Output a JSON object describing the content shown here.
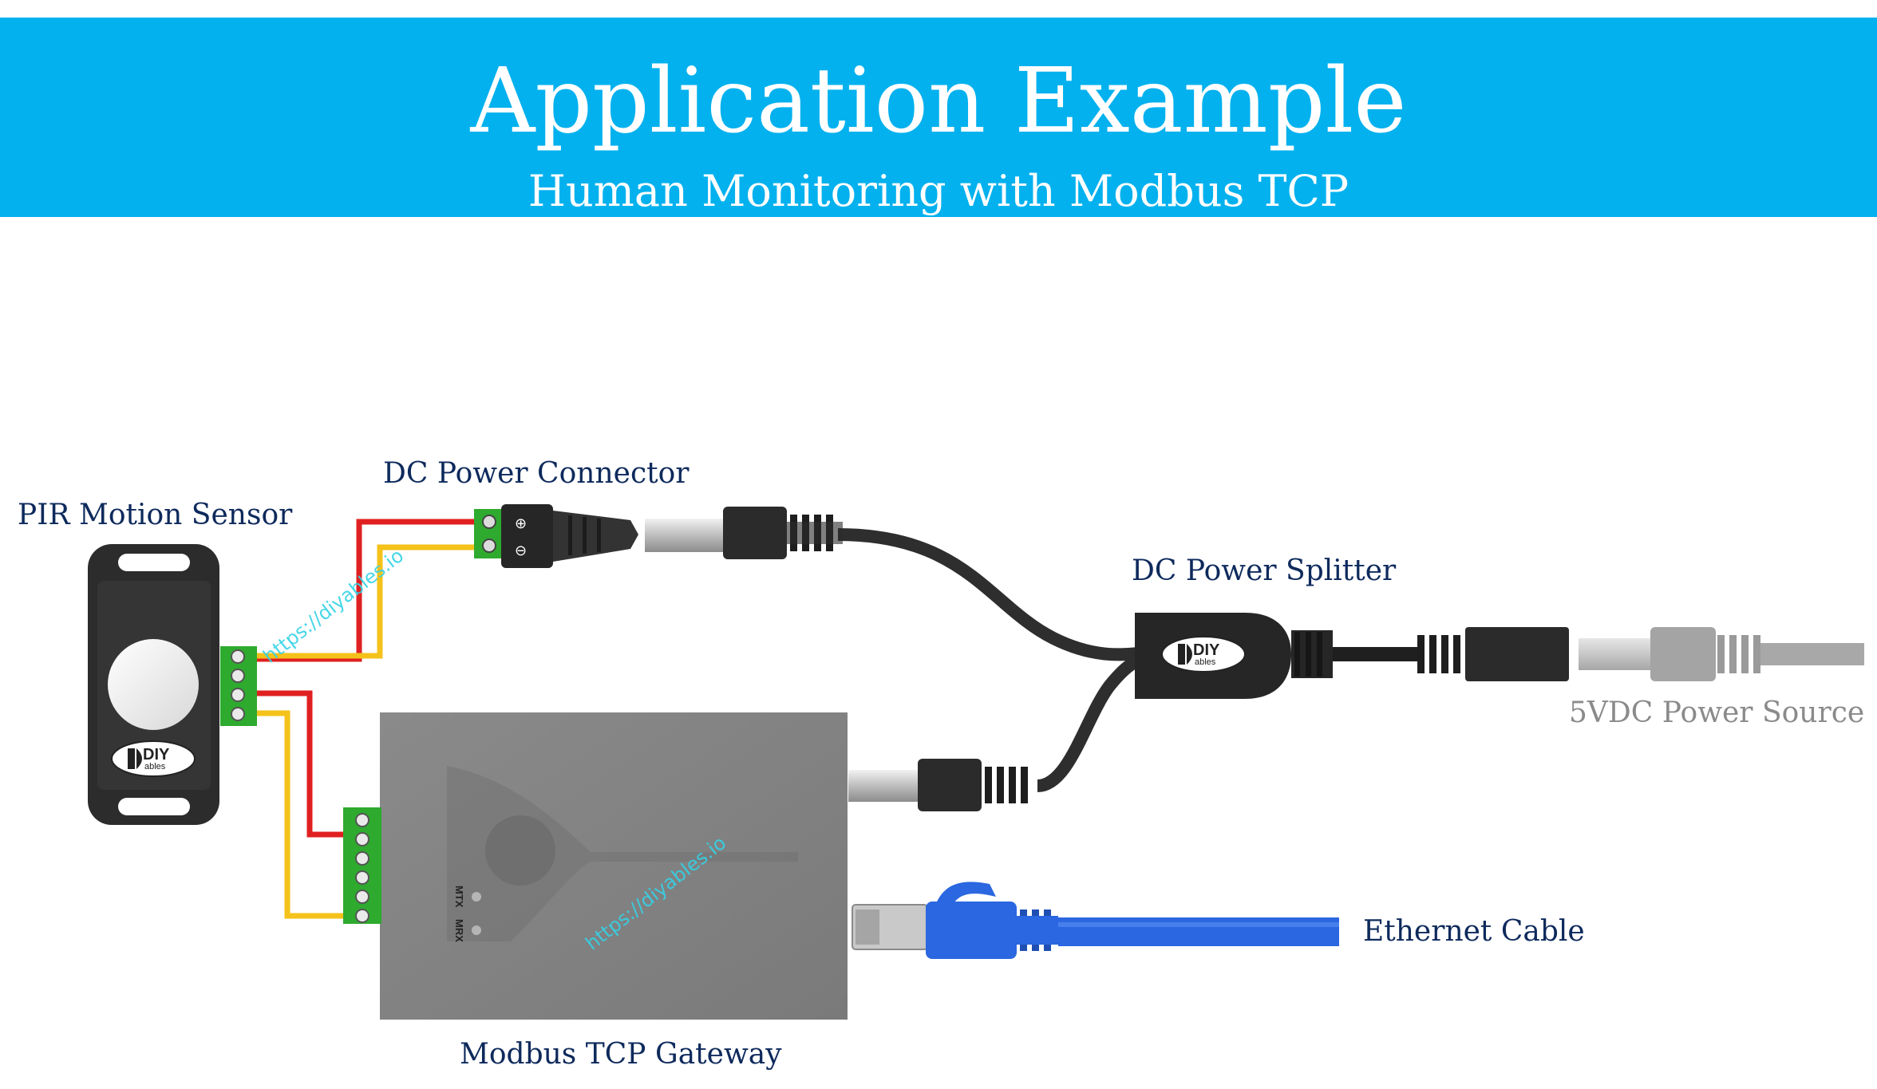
{
  "header": {
    "title": "Application Example",
    "subtitle": "Human Monitoring with Modbus TCP"
  },
  "labels": {
    "pir_sensor": "PIR Motion Sensor",
    "dc_connector": "DC Power Connector",
    "dc_splitter": "DC Power Splitter",
    "power_source": "5VDC Power Source",
    "gateway": "Modbus TCP Gateway",
    "ethernet": "Ethernet Cable"
  },
  "logo": {
    "top": "DIY",
    "bottom": "ables"
  },
  "watermark": "https://diyables.io",
  "gateway_leds": [
    "MTX",
    "MRX"
  ],
  "colors": {
    "banner": "#03b1ee",
    "label_text": "#0e2a5c",
    "power_source_text": "#8a8a8a",
    "wire_red": "#e02020",
    "wire_yellow": "#f4c21a",
    "terminal_green": "#2eaa2e",
    "cable_black": "#2e2e2e",
    "ethernet_blue": "#2a67e0",
    "gateway_gray": "#828282"
  }
}
